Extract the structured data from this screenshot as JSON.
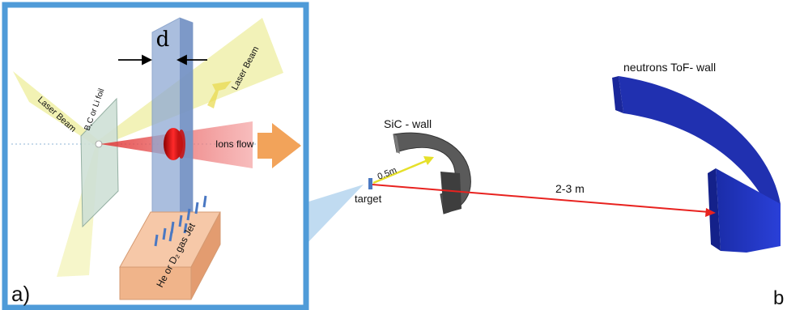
{
  "panel_a": {
    "panel_label": "a)",
    "thickness_label": "d",
    "laser_beam_left": "Laser Beam",
    "laser_beam_right": "Laser Beam",
    "foil_label": "B,C or Li foil",
    "ions_flow_label": "Ions flow",
    "gas_jet_label": "He or D₂ gas Jet"
  },
  "panel_b": {
    "panel_label": "b",
    "sic_wall_label": "SiC - wall",
    "sic_distance_label": "0.5m",
    "target_label": "target",
    "tof_wall_label": "neutrons ToF- wall",
    "tof_distance_label": "2-3 m"
  },
  "colors": {
    "callout_border": "#4f9bd8",
    "tof_wall": "#1b2fb8",
    "sic_wall": "#4a4a4a",
    "long_arrow": "#e8221f",
    "short_arrow": "#e6e02a",
    "ions_cone": "#f08080",
    "ions_arrow": "#f2a35a"
  }
}
